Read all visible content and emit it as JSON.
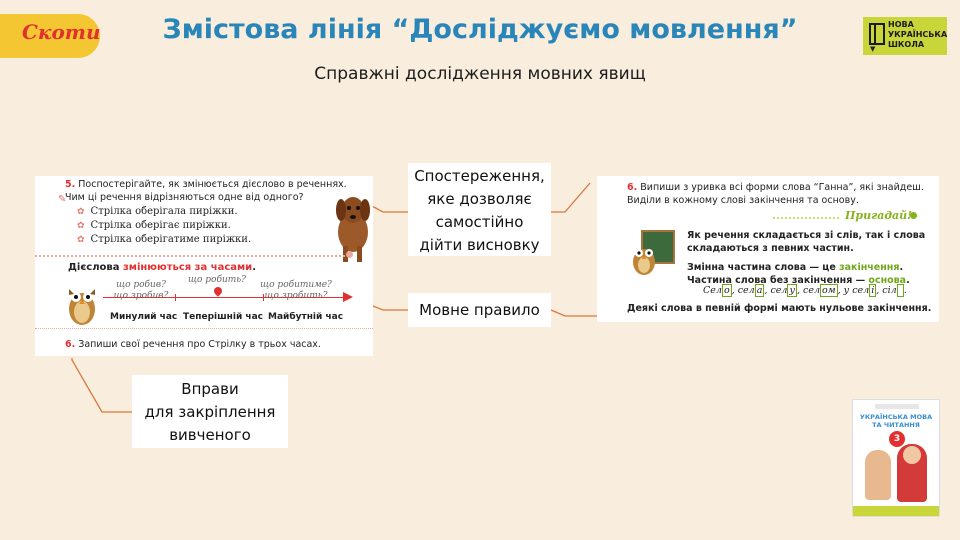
{
  "header": {
    "logo_text": "Скоти",
    "title": "Змістова лінія “Досліджуємо мовлення”",
    "subtitle": "Справжні дослідження мовних явищ",
    "nus_logo": [
      "НОВА",
      "УКРАЇНСЬКА",
      "ШКОЛА"
    ]
  },
  "left_card": {
    "task5_num": "5.",
    "task5_text": "Поспостерігайте, як змінюється дієслово в реченнях. Чим ці речення відрізняються одне від одного?",
    "sentences": [
      "Стрілка оберігала пиріжки.",
      "Стрілка оберігає пиріжки.",
      "Стрілка оберігатиме пиріжки."
    ],
    "verbs_prefix": "Дієслова ",
    "verbs_highlight": "змінюються за часами",
    "verbs_suffix": ".",
    "questions": {
      "past": [
        "що робив?",
        "що зробив?"
      ],
      "present": [
        "що робить?"
      ],
      "future": [
        "що робитиме?",
        "що зробить?"
      ]
    },
    "tenses": [
      "Минулий час",
      "Теперішній час",
      "Майбутній час"
    ],
    "task6_num": "6.",
    "task6_text": "Запиши свої речення про Стрілку в трьох часах."
  },
  "right_card": {
    "task_num": "6.",
    "task_text": "Випиши з уривка всі форми слова “Ганна”, які знайдеш. Виділи в кожному слові закінчення та основу.",
    "remember": "Пригадай!",
    "rule_line1": "Як речення складається зі слів, так і слова складаються з певних частин.",
    "rule_line2_a": "Змінна частина слова — це ",
    "rule_line2_b": "закінчення",
    "rule_line2_c": ". Частина слова без закінчення — ",
    "rule_line2_d": "основа",
    "rule_line2_e": ".",
    "forms": [
      "Сел",
      "о",
      "сел",
      "а",
      "сел",
      "у",
      "сел",
      "ом",
      "у сел",
      "і",
      "сіл"
    ],
    "note": "Деякі слова в певній формі мають нульове закінчення."
  },
  "callouts": {
    "observation": [
      "Спостереження,",
      "яке дозволяє",
      "самостійно",
      "дійти висновку"
    ],
    "rule": "Мовне правило",
    "exercises": [
      "Вправи",
      "для закріплення",
      "вивченого"
    ]
  },
  "book": {
    "title": [
      "УКРАЇНСЬКА МОВА",
      "ТА ЧИТАННЯ"
    ],
    "grade": "3"
  },
  "colors": {
    "title": "#2a85b8",
    "accent_red": "#e1302f",
    "accent_green": "#6ea81a",
    "connector": "#d9783d",
    "background": "#f9eddd"
  }
}
